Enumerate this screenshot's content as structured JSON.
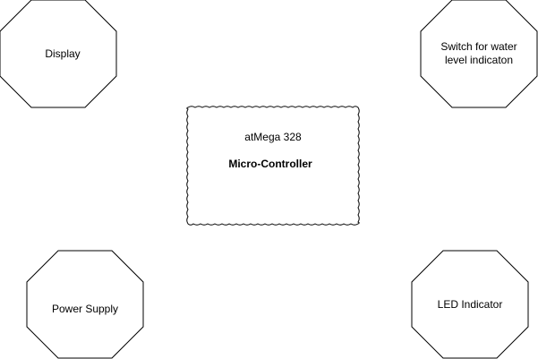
{
  "diagram": {
    "nodes": {
      "display": {
        "label": "Display"
      },
      "water_switch": {
        "line1": "Switch for water",
        "line2": "level indicaton"
      },
      "controller": {
        "line1": "atMega 328",
        "line2": "Micro-Controller"
      },
      "power_supply": {
        "label": "Power Supply"
      },
      "led_indicator": {
        "label": "LED Indicator"
      }
    }
  }
}
